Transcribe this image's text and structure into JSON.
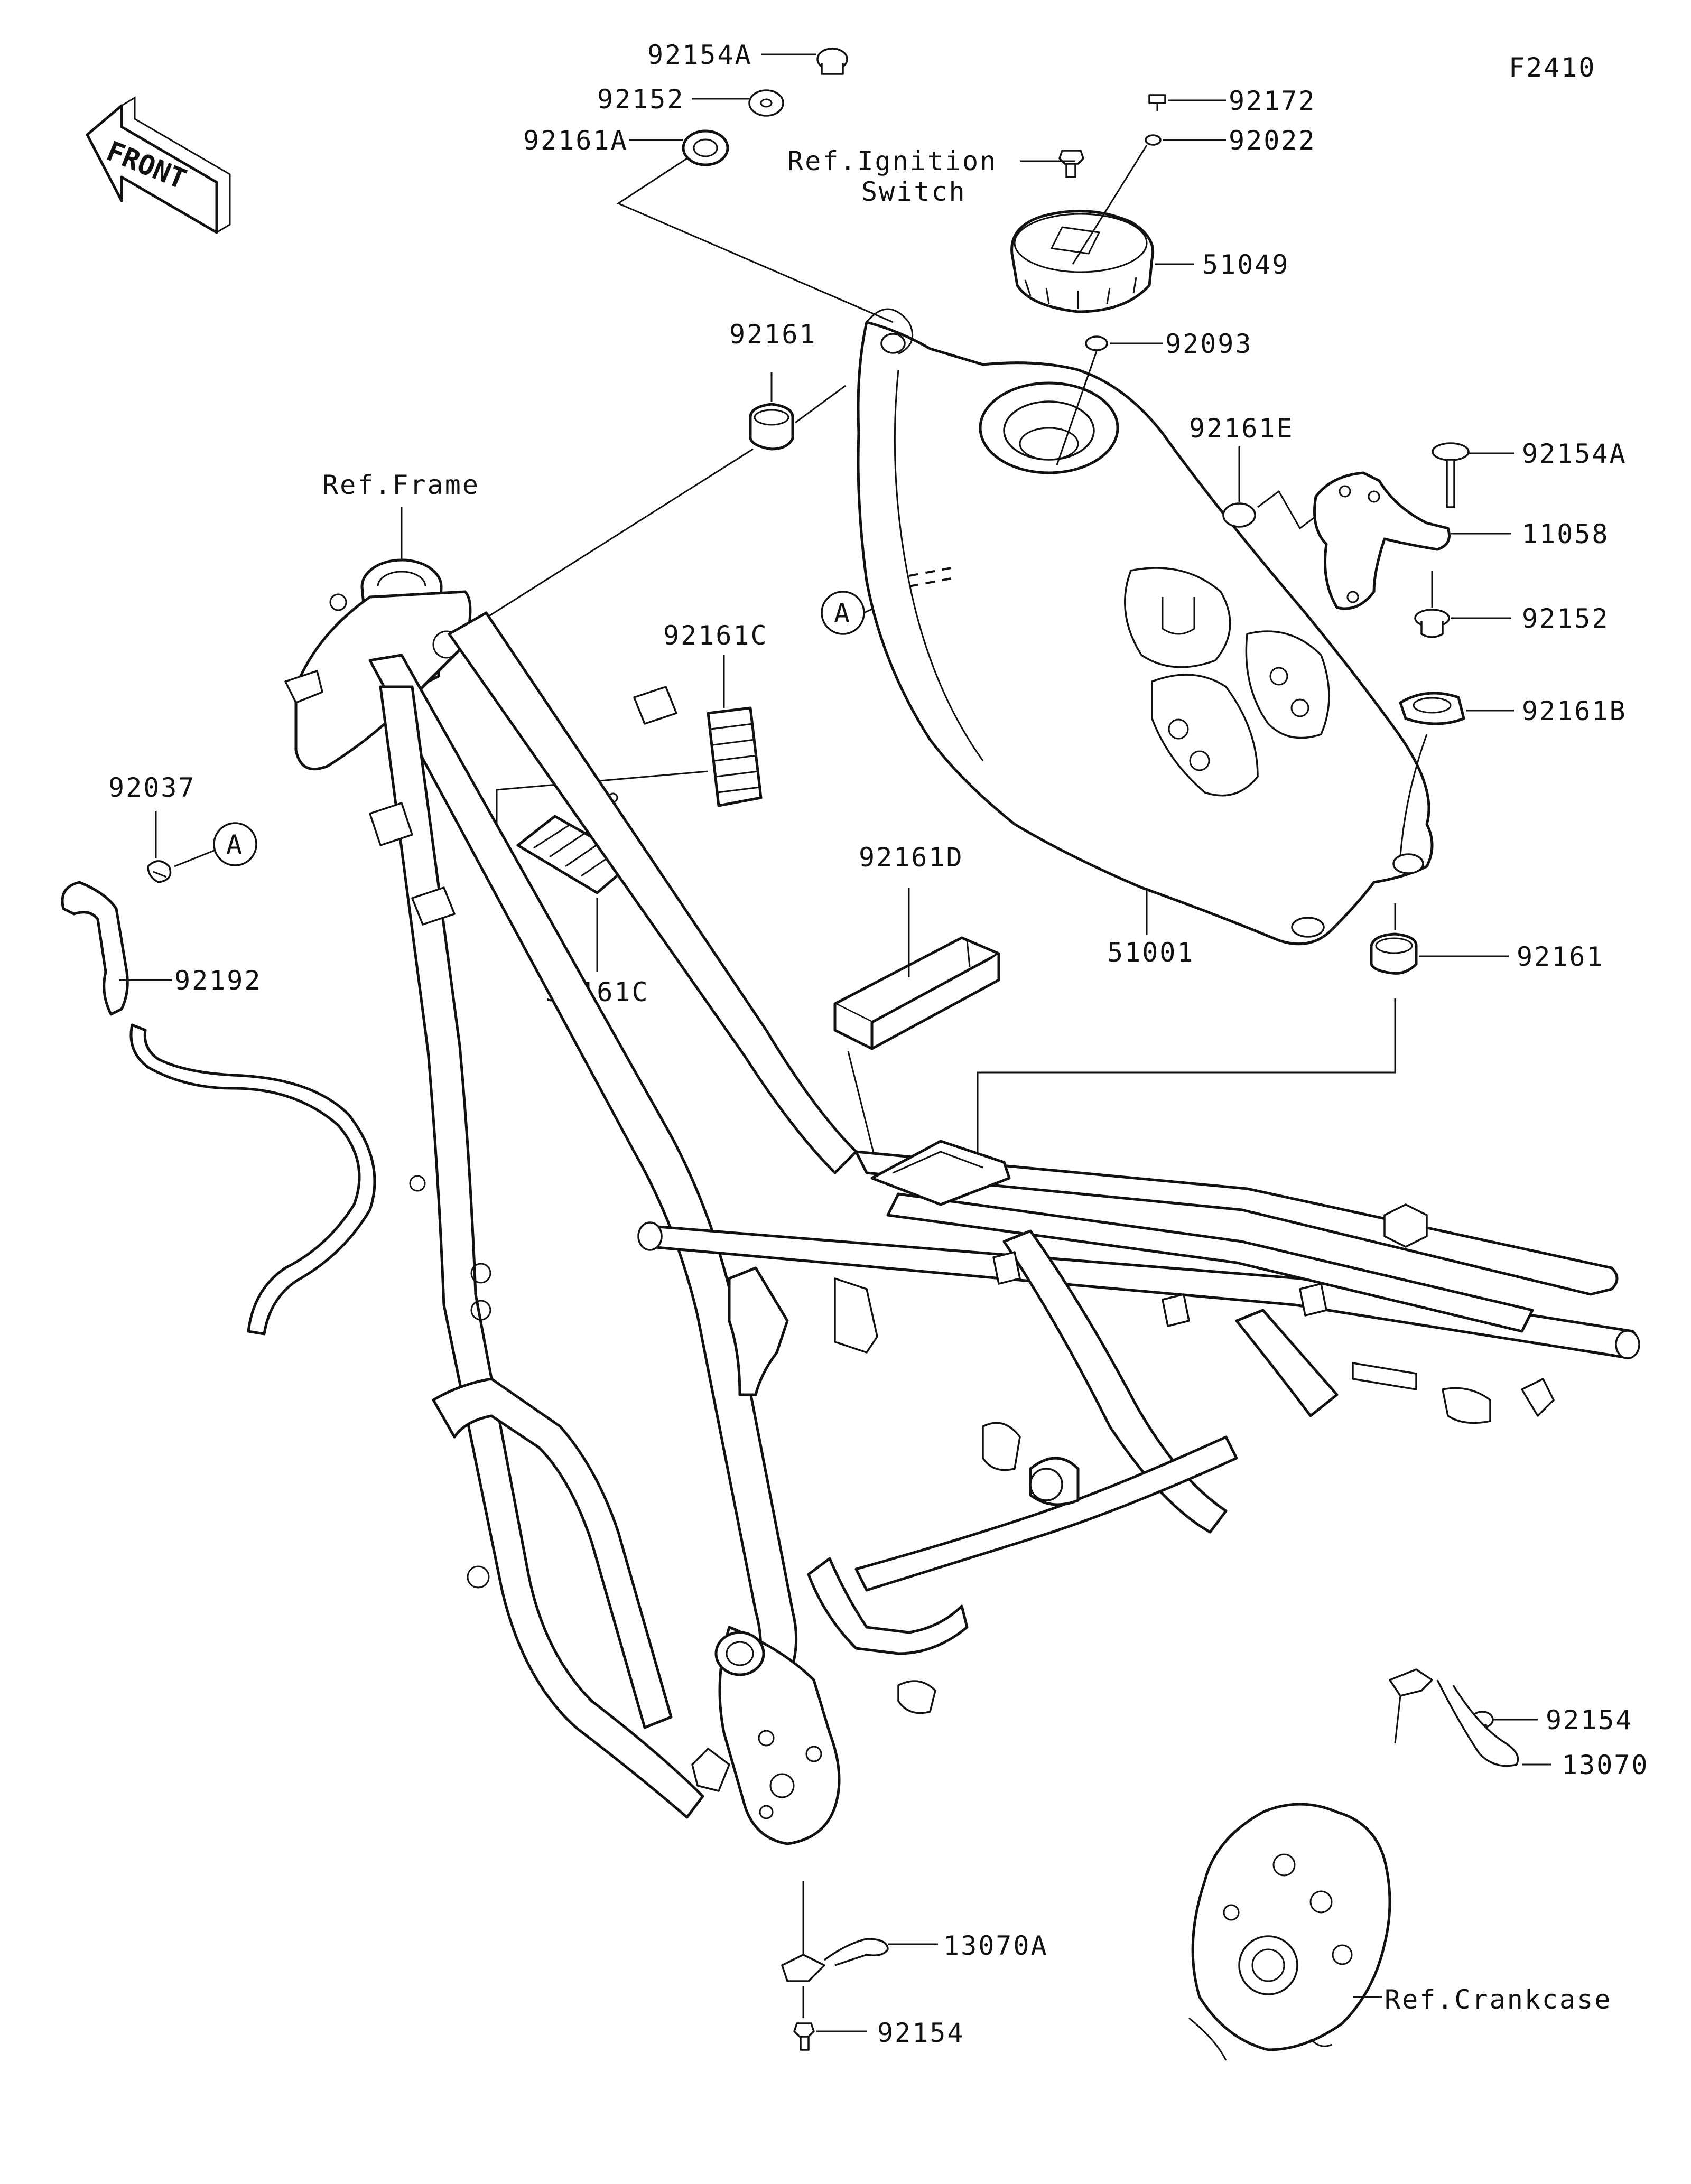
{
  "figure_code": "F2410",
  "front_marker": "FRONT",
  "ref_marker_A": "A",
  "callouts": {
    "c92154A_top": "92154A",
    "c92152_top": "92152",
    "c92161A": "92161A",
    "c92172": "92172",
    "c92022": "92022",
    "ref_ignition_1": "Ref.Ignition",
    "ref_ignition_2": "Switch",
    "c51049": "51049",
    "c92093": "92093",
    "c92161_top": "92161",
    "ref_frame": "Ref.Frame",
    "c92161E": "92161E",
    "c92154A_right": "92154A",
    "c11058": "11058",
    "c92152_right": "92152",
    "c92161B": "92161B",
    "c92161C_top": "92161C",
    "c92161C_bottom": "92161C",
    "c92037": "92037",
    "c92192": "92192",
    "c92161D": "92161D",
    "c51001": "51001",
    "c92161_right": "92161",
    "c92154_right": "92154",
    "c13070": "13070",
    "ref_crankcase": "Ref.Crankcase",
    "c13070A": "13070A",
    "c92154_bottom": "92154"
  }
}
